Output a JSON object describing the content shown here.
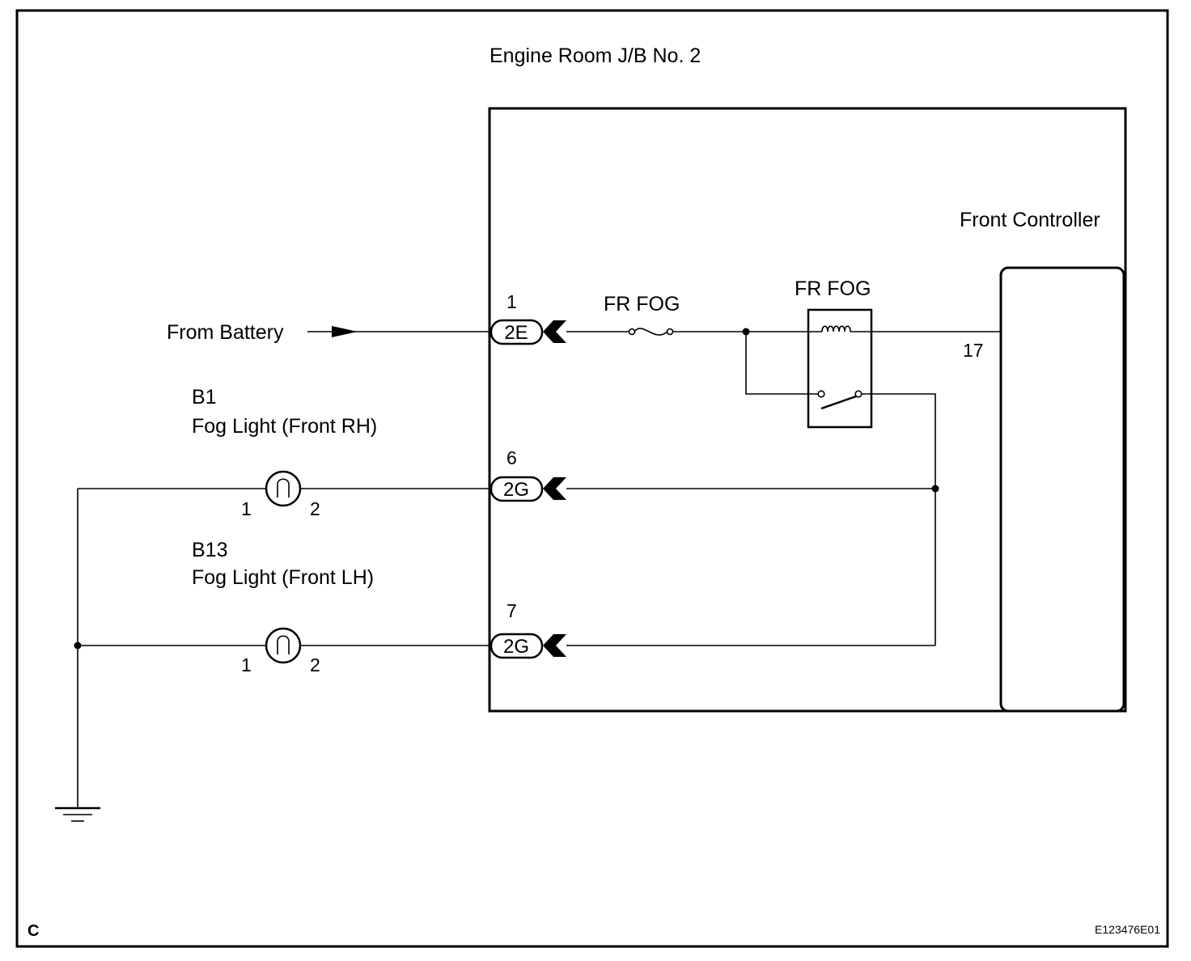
{
  "title": "Engine Room J/B No. 2",
  "front_controller": {
    "label": "Front Controller",
    "pin": "17"
  },
  "battery": {
    "label": "From Battery"
  },
  "fuse": {
    "label": "FR FOG"
  },
  "relay": {
    "label": "FR FOG"
  },
  "connectors": [
    {
      "pin": "1",
      "code": "2E"
    },
    {
      "pin": "6",
      "code": "2G"
    },
    {
      "pin": "7",
      "code": "2G"
    }
  ],
  "fog_lights": [
    {
      "id": "B1",
      "name": "Fog Light (Front RH)",
      "pin_left": "1",
      "pin_right": "2"
    },
    {
      "id": "B13",
      "name": "Fog Light (Front LH)",
      "pin_left": "1",
      "pin_right": "2"
    }
  ],
  "corner_letter": "C",
  "figure_code": "E123476E01"
}
